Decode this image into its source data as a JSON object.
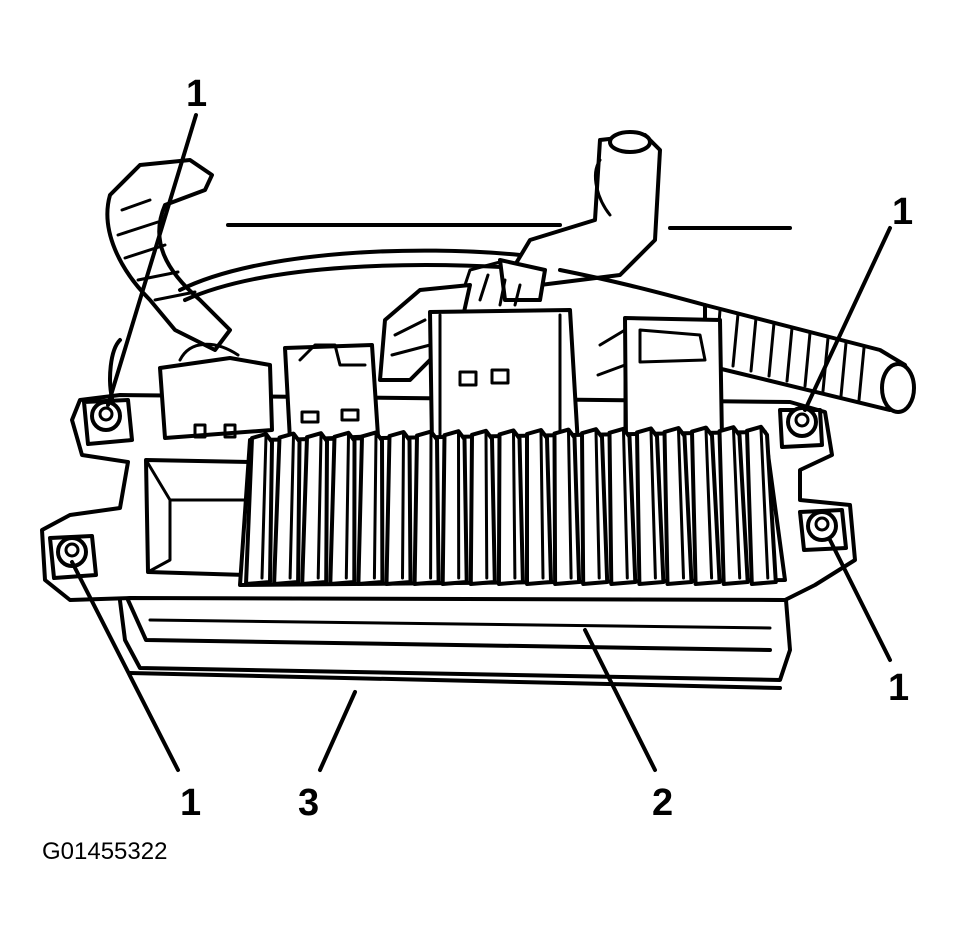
{
  "figure_id": "G01455322",
  "callouts": [
    {
      "key": "bolt_top_left",
      "text": "1"
    },
    {
      "key": "bolt_top_right",
      "text": "1"
    },
    {
      "key": "bolt_bottom_right",
      "text": "1"
    },
    {
      "key": "bolt_bottom_left",
      "text": "1"
    },
    {
      "key": "bracket",
      "text": "3"
    },
    {
      "key": "module",
      "text": "2"
    }
  ]
}
